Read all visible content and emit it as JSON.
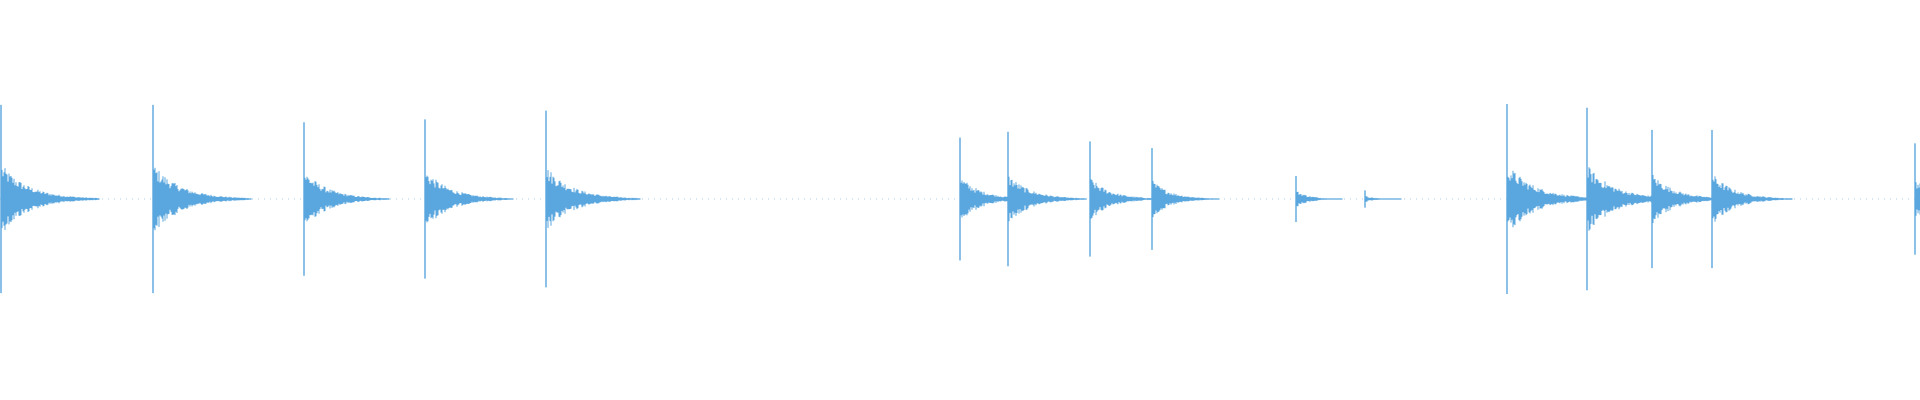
{
  "waveform": {
    "color": "#5aa6de",
    "background": "#ffffff",
    "transients": [
      {
        "t": 0.0,
        "amp": 0.98
      },
      {
        "t": 0.079,
        "amp": 0.98
      },
      {
        "t": 0.158,
        "amp": 0.8
      },
      {
        "t": 0.221,
        "amp": 0.83
      },
      {
        "t": 0.284,
        "amp": 0.92
      },
      {
        "t": 0.5,
        "amp": 0.64
      },
      {
        "t": 0.525,
        "amp": 0.7
      },
      {
        "t": 0.568,
        "amp": 0.6
      },
      {
        "t": 0.6,
        "amp": 0.53
      },
      {
        "t": 0.675,
        "amp": 0.24
      },
      {
        "t": 0.711,
        "amp": 0.09
      },
      {
        "t": 0.785,
        "amp": 0.99
      },
      {
        "t": 0.827,
        "amp": 0.95
      },
      {
        "t": 0.861,
        "amp": 0.72
      },
      {
        "t": 0.892,
        "amp": 0.72
      },
      {
        "t": 0.998,
        "amp": 0.58
      }
    ]
  }
}
